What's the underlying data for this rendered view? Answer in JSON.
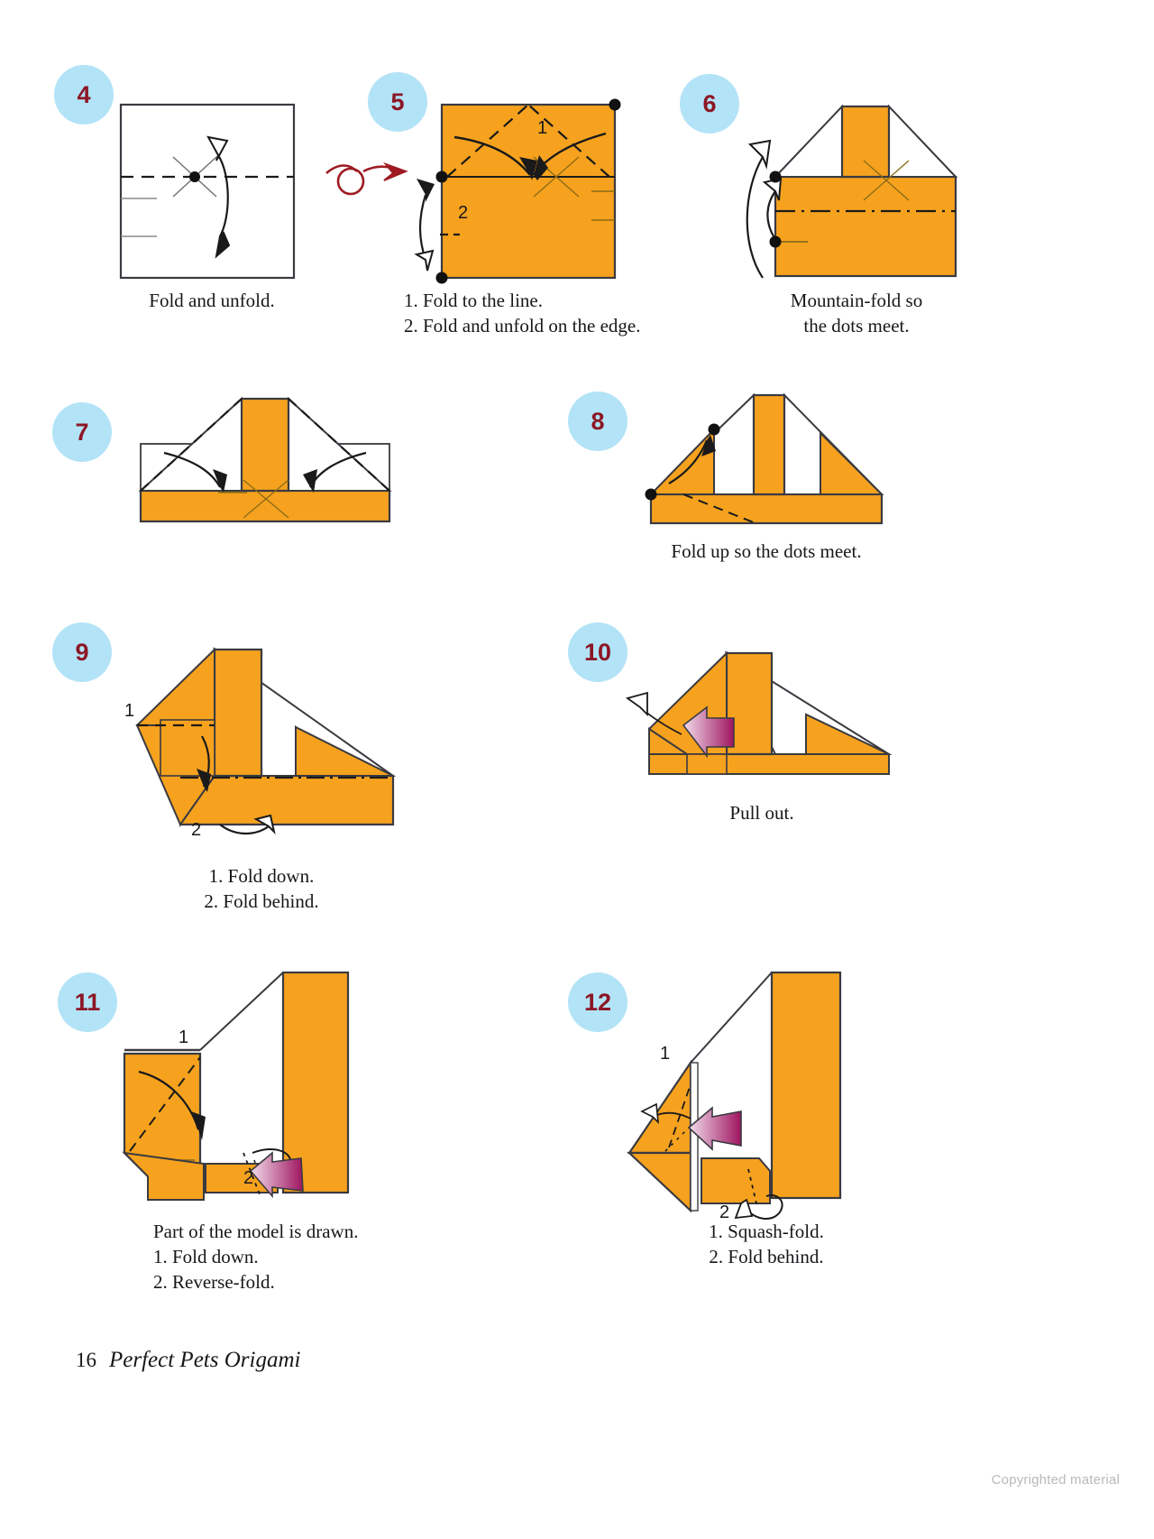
{
  "page": {
    "folio": "16",
    "book_title": "Perfect Pets Origami",
    "copyright_notice": "Copyrighted material",
    "background_color": "#ffffff"
  },
  "palette": {
    "paper_orange": "#F6A21E",
    "paper_white": "#ffffff",
    "outline_dark": "#3a3a40",
    "bubble_blue": "#b3e3f7",
    "bubble_number": "#8c1725",
    "turnover_red": "#9e1b22",
    "pullout_arrow_dark": "#9e1460",
    "pullout_arrow_light": "#f2dcea",
    "crease_gray": "#8a8a8a"
  },
  "steps": [
    {
      "number": "4",
      "caption": "Fold and unfold.",
      "caption_align": "center",
      "figure": "square-fold-unfold",
      "labels": []
    },
    {
      "number": "5",
      "caption": "1. Fold to the line.\n2. Fold and unfold on the edge.",
      "caption_align": "left",
      "figure": "orange-square-two-folds",
      "labels": [
        "1",
        "2"
      ]
    },
    {
      "number": "6",
      "caption": "Mountain-fold so\nthe dots meet.",
      "caption_align": "center",
      "figure": "house-mountain-fold",
      "labels": []
    },
    {
      "number": "7",
      "caption": "",
      "caption_align": "center",
      "figure": "house-corner-folds",
      "labels": []
    },
    {
      "number": "8",
      "caption": "Fold up so the dots meet.",
      "caption_align": "center",
      "figure": "triangle-fold-up",
      "labels": []
    },
    {
      "number": "9",
      "caption": "1. Fold down.\n2. Fold behind.",
      "caption_align": "center",
      "figure": "slanted-fold-down-behind",
      "labels": [
        "1",
        "2"
      ]
    },
    {
      "number": "10",
      "caption": "Pull out.",
      "caption_align": "center",
      "figure": "pull-out",
      "labels": []
    },
    {
      "number": "11",
      "caption": "Part of the model is drawn.\n1. Fold down.\n2. Reverse-fold.",
      "caption_align": "left",
      "figure": "partial-model-reverse-fold",
      "labels": [
        "1",
        "2"
      ]
    },
    {
      "number": "12",
      "caption": "1. Squash-fold.\n2. Fold behind.",
      "caption_align": "center",
      "figure": "squash-fold-behind",
      "labels": [
        "1",
        "2"
      ]
    }
  ]
}
